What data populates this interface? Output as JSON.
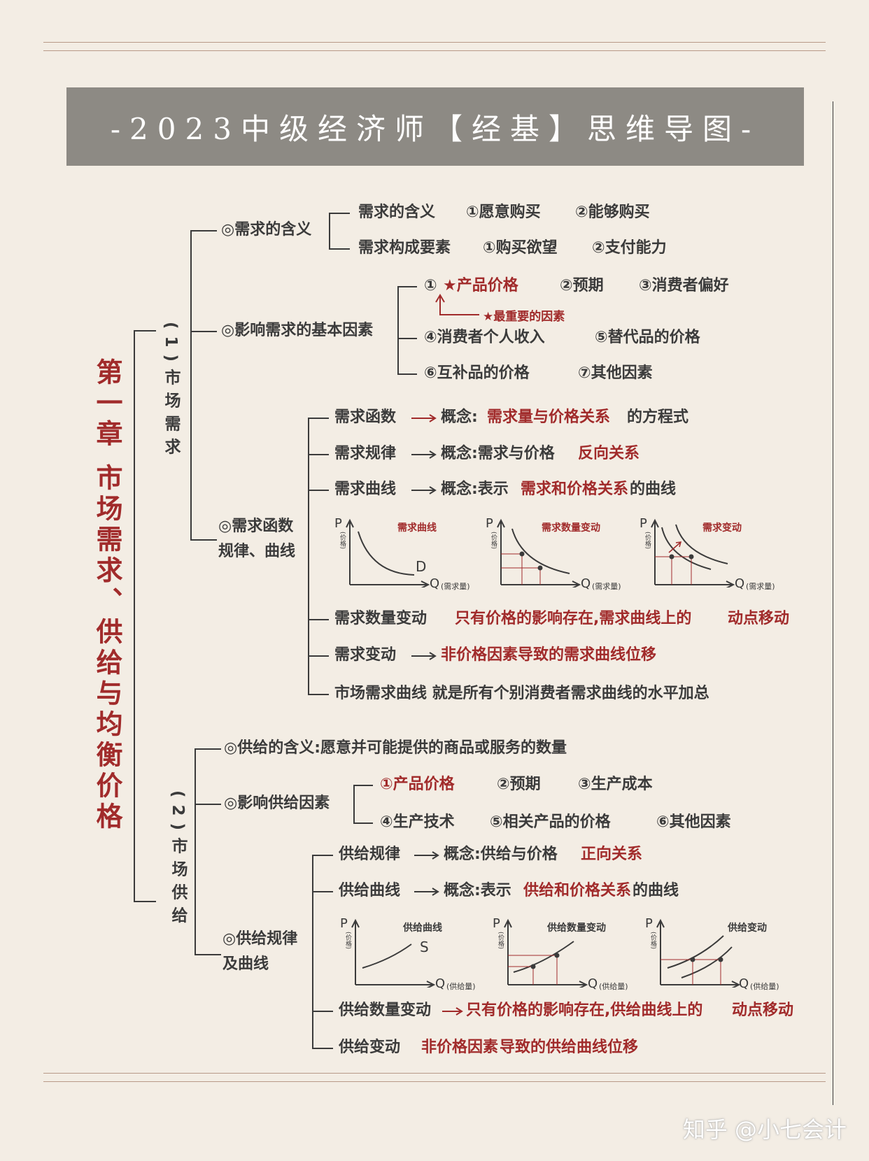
{
  "title": "-2023中级经济师【经基】思维导图-",
  "chapter": "第一章 市场需求、供给与均衡价格",
  "watermark": "知乎 @小七会计",
  "demand": {
    "section": "(1)市场需求",
    "meaning": {
      "label": "◎需求的含义",
      "def_label": "需求的含义",
      "def_1": "①愿意购买",
      "def_2": "②能够购买",
      "elem_label": "需求构成要素",
      "elem_1": "①购买欲望",
      "elem_2": "②支付能力"
    },
    "factors": {
      "label": "◎影响需求的基本因素",
      "f1_num": "①",
      "f1": "★产品价格",
      "f2": "②预期",
      "f3": "③消费者偏好",
      "note": "★最重要的因素",
      "f4": "④消费者个人收入",
      "f5": "⑤替代品的价格",
      "f6": "⑥互补品的价格",
      "f7": "⑦其他因素"
    },
    "function": {
      "label_1": "◎需求函数",
      "label_2": "规律、曲线",
      "fn_name": "需求函数",
      "fn_pre": "概念:",
      "fn_def": "需求量与价格关系",
      "fn_post": "的方程式",
      "law_name": "需求规律",
      "law_pre": "概念:需求与价格",
      "law_def": "反向关系",
      "curve_name": "需求曲线",
      "curve_pre": "概念:表示",
      "curve_def": "需求和价格关系",
      "curve_post": "的曲线",
      "qty_change_name": "需求数量变动",
      "qty_change_def": "只有价格的影响存在,需求曲线上的",
      "qty_change_def_2": "动点移动",
      "change_name": "需求变动",
      "change_def_1": "非价格因素",
      "change_def_2": "导致的需求曲线位移",
      "market_curve": "市场需求曲线 就是所有个别消费者需求曲线的水平加总",
      "graphs": [
        {
          "title": "需求曲线",
          "p": "P",
          "p_unit": "(价格)",
          "q": "Q",
          "q_unit": "(需求量)",
          "curve": "D"
        },
        {
          "title": "需求数量变动",
          "p": "P",
          "p_unit": "(价格)",
          "q": "Q",
          "q_unit": "(需求量)"
        },
        {
          "title": "需求变动",
          "p": "P",
          "p_unit": "(价格)",
          "q": "Q",
          "q_unit": "(需求量)"
        }
      ]
    }
  },
  "supply": {
    "section": "(2)市场供给",
    "meaning": "◎供给的含义:愿意并可能提供的商品或服务的数量",
    "factors": {
      "label": "◎影响供给因素",
      "f1": "①产品价格",
      "f2": "②预期",
      "f3": "③生产成本",
      "f4": "④生产技术",
      "f5": "⑤相关产品的价格",
      "f6": "⑥其他因素"
    },
    "law": {
      "label_1": "◎供给规律",
      "label_2": "及曲线",
      "law_name": "供给规律",
      "law_pre": "概念:供给与价格",
      "law_def": "正向关系",
      "curve_name": "供给曲线",
      "curve_pre": "概念:表示",
      "curve_def": "供给和价格关系",
      "curve_post": "的曲线",
      "qty_change_name": "供给数量变动",
      "qty_change_def": "只有价格的影响存在,供给曲线上的",
      "qty_change_def_2": "动点移动",
      "change_name": "供给变动",
      "change_def_1": "非价格因素",
      "change_def_2": "导致的供给曲线位移",
      "graphs": [
        {
          "title": "供给曲线",
          "p": "P",
          "p_unit": "(价格)",
          "q": "Q",
          "q_unit": "(供给量)",
          "curve": "S"
        },
        {
          "title": "供给数量变动",
          "p": "P",
          "p_unit": "(价格)",
          "q": "Q",
          "q_unit": "(供给量)"
        },
        {
          "title": "供给变动",
          "p": "P",
          "p_unit": "(价格)",
          "q": "Q",
          "q_unit": "(供给量)"
        }
      ]
    }
  },
  "colors": {
    "accent": "#a12b2b",
    "ink": "#3b3b3b",
    "banner": "#8d8a84",
    "paper": "#f3ede4"
  }
}
